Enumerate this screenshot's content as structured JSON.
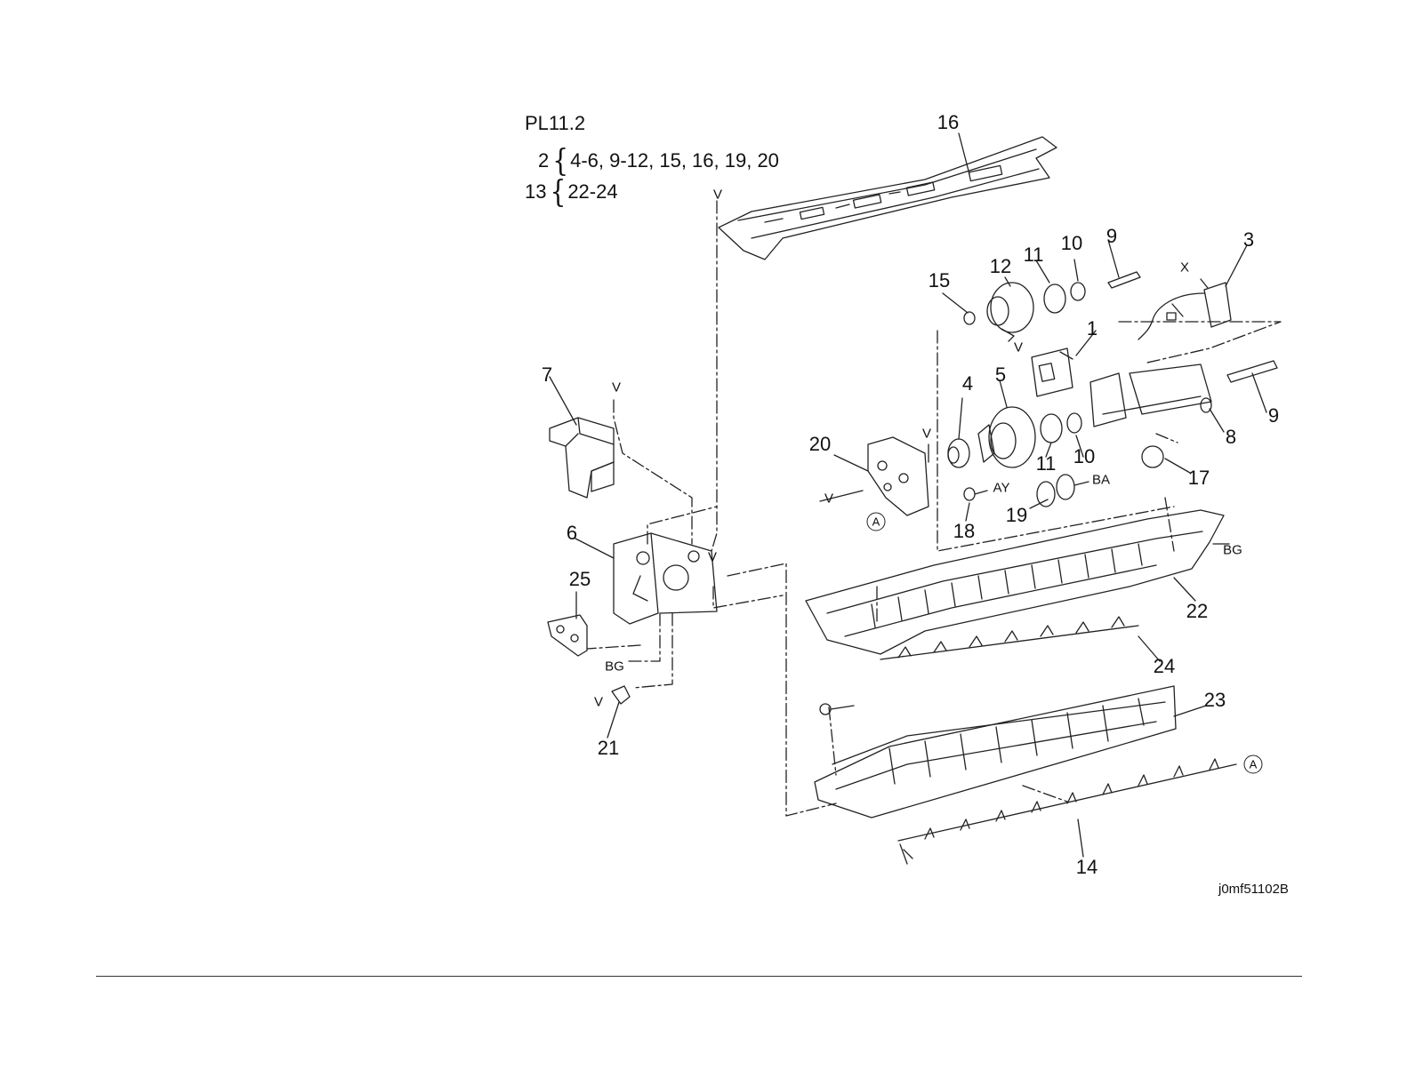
{
  "header": {
    "title": "PL11.2",
    "groups": [
      {
        "parent": "2",
        "members": "4-6, 9-12, 15, 16, 19, 20"
      },
      {
        "parent": "13",
        "members": "22-24"
      }
    ]
  },
  "callouts": [
    "1",
    "3",
    "4",
    "5",
    "6",
    "7",
    "8",
    "9",
    "9",
    "10",
    "10",
    "11",
    "11",
    "12",
    "14",
    "15",
    "16",
    "17",
    "18",
    "19",
    "20",
    "21",
    "22",
    "23",
    "24",
    "25"
  ],
  "reference_marks": {
    "v": "V",
    "x": "X",
    "ay": "AY",
    "ba": "BA",
    "bg": "BG",
    "a": "A"
  },
  "figure_id": "j0mf51102B"
}
